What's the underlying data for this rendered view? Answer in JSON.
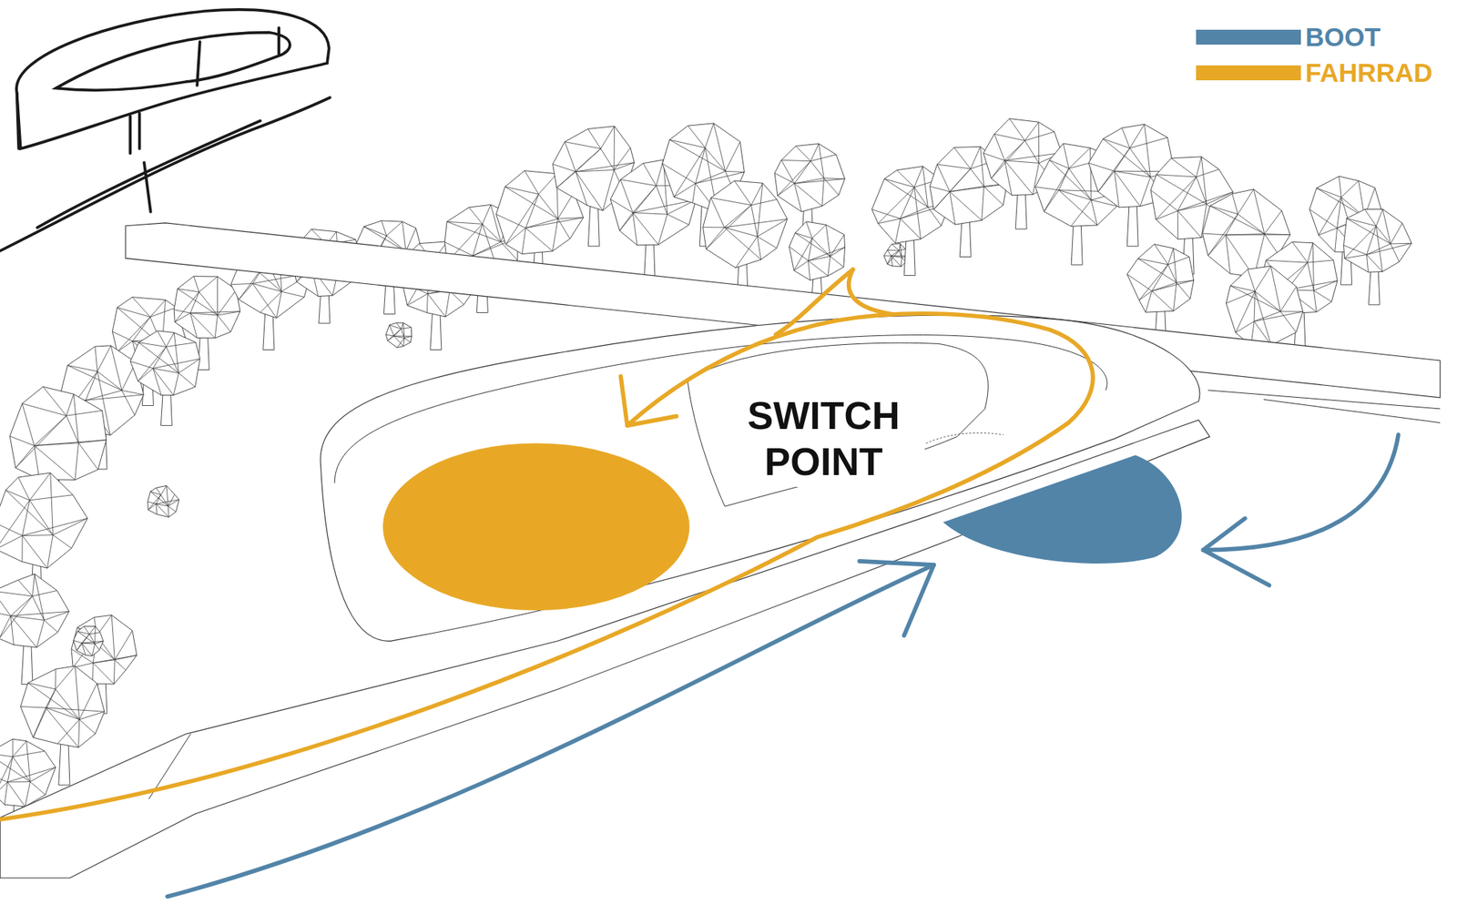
{
  "diagram": {
    "labels": [
      "SWITCH POINT"
    ],
    "legend": [
      {
        "text": "BOOT",
        "color": "#5284a8"
      },
      {
        "text": "FAHRRAD",
        "color": "#e8a826"
      }
    ]
  }
}
